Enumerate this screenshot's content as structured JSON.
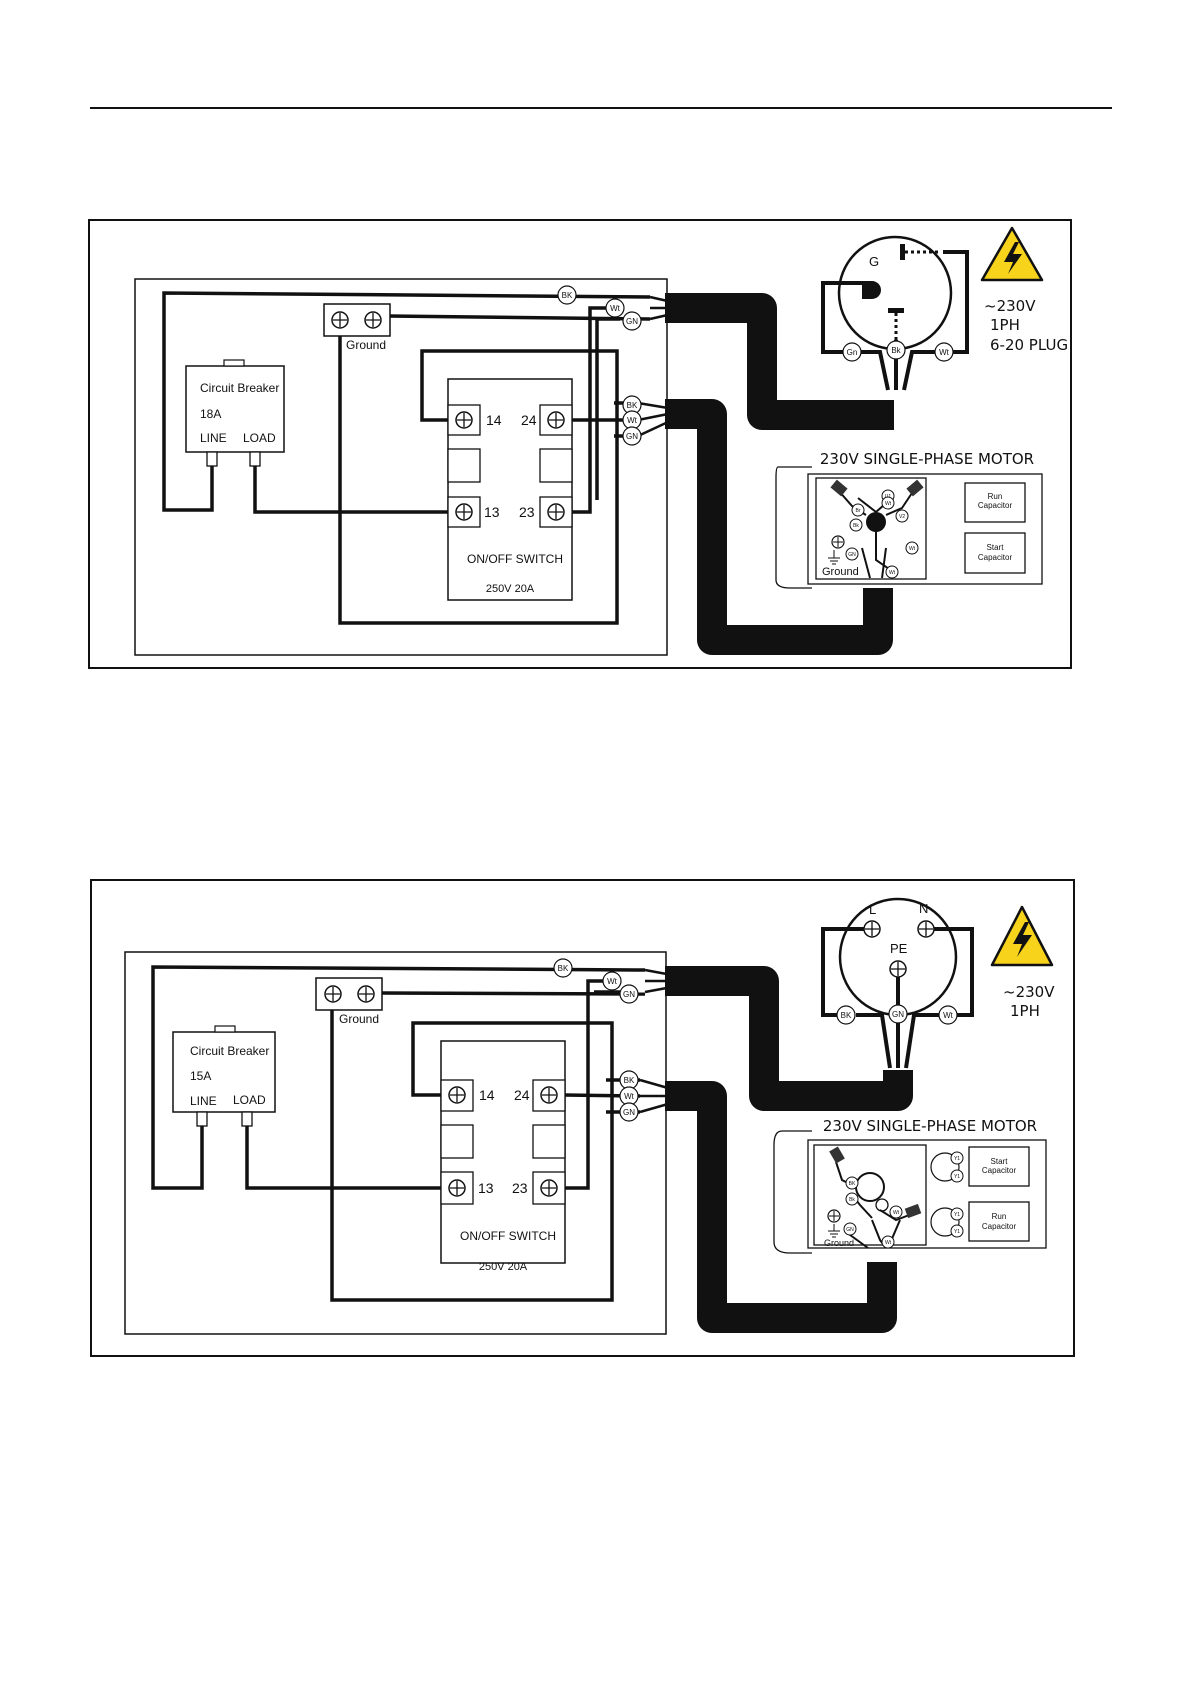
{
  "diagrams": [
    {
      "id": "upper",
      "breaker": {
        "title": "Circuit Breaker",
        "rating": "18A",
        "line": "LINE",
        "load": "LOAD"
      },
      "ground_label": "Ground",
      "switch": {
        "t14": "14",
        "t24": "24",
        "t13": "13",
        "t23": "23",
        "name": "ON/OFF SWITCH",
        "rating": "250V 20A"
      },
      "cable_tags_top": [
        "BK",
        "Wt",
        "GN"
      ],
      "cable_tags_mid": [
        "BK",
        "Wt",
        "GN"
      ],
      "plug": {
        "pin_label": "G",
        "voltage": "~230V",
        "phase": "1PH",
        "type": "6-20 PLUG",
        "leads": [
          "Gn",
          "Bk",
          "Wt"
        ]
      },
      "motor": {
        "title": "230V SINGLE-PHASE MOTOR",
        "ground": "Ground",
        "cap1": [
          "Run",
          "Capacitor"
        ],
        "cap2": [
          "Start",
          "Capacitor"
        ],
        "terminals": [
          "U1",
          "Wt",
          "Br",
          "Bk",
          "V2",
          "GN",
          "Wt",
          "Wt"
        ]
      }
    },
    {
      "id": "lower",
      "breaker": {
        "title": "Circuit Breaker",
        "rating": "15A",
        "line": "LINE",
        "load": "LOAD"
      },
      "ground_label": "Ground",
      "switch": {
        "t14": "14",
        "t24": "24",
        "t13": "13",
        "t23": "23",
        "name": "ON/OFF SWITCH",
        "rating": "250V 20A"
      },
      "cable_tags_top": [
        "BK",
        "Wt",
        "GN"
      ],
      "cable_tags_mid": [
        "BK",
        "Wt",
        "GN"
      ],
      "plug": {
        "l": "L",
        "n": "N",
        "pe": "PE",
        "voltage": "~230V",
        "phase": "1PH",
        "leads": [
          "BK",
          "GN",
          "Wt"
        ]
      },
      "motor": {
        "title": "230V SINGLE-PHASE MOTOR",
        "ground": "Ground",
        "cap1": [
          "Start",
          "Capacitor"
        ],
        "cap2": [
          "Run",
          "Capacitor"
        ],
        "terminals": [
          "BK",
          "Bk",
          "Wt",
          "GN",
          "Wt",
          "Y1",
          "Y1",
          "Y1",
          "Y1"
        ]
      }
    }
  ],
  "colors": {
    "line": "#111111",
    "warning_yellow": "#f7d31c"
  },
  "icons": [
    "warning-high-voltage-icon",
    "screw-terminal-icon"
  ]
}
